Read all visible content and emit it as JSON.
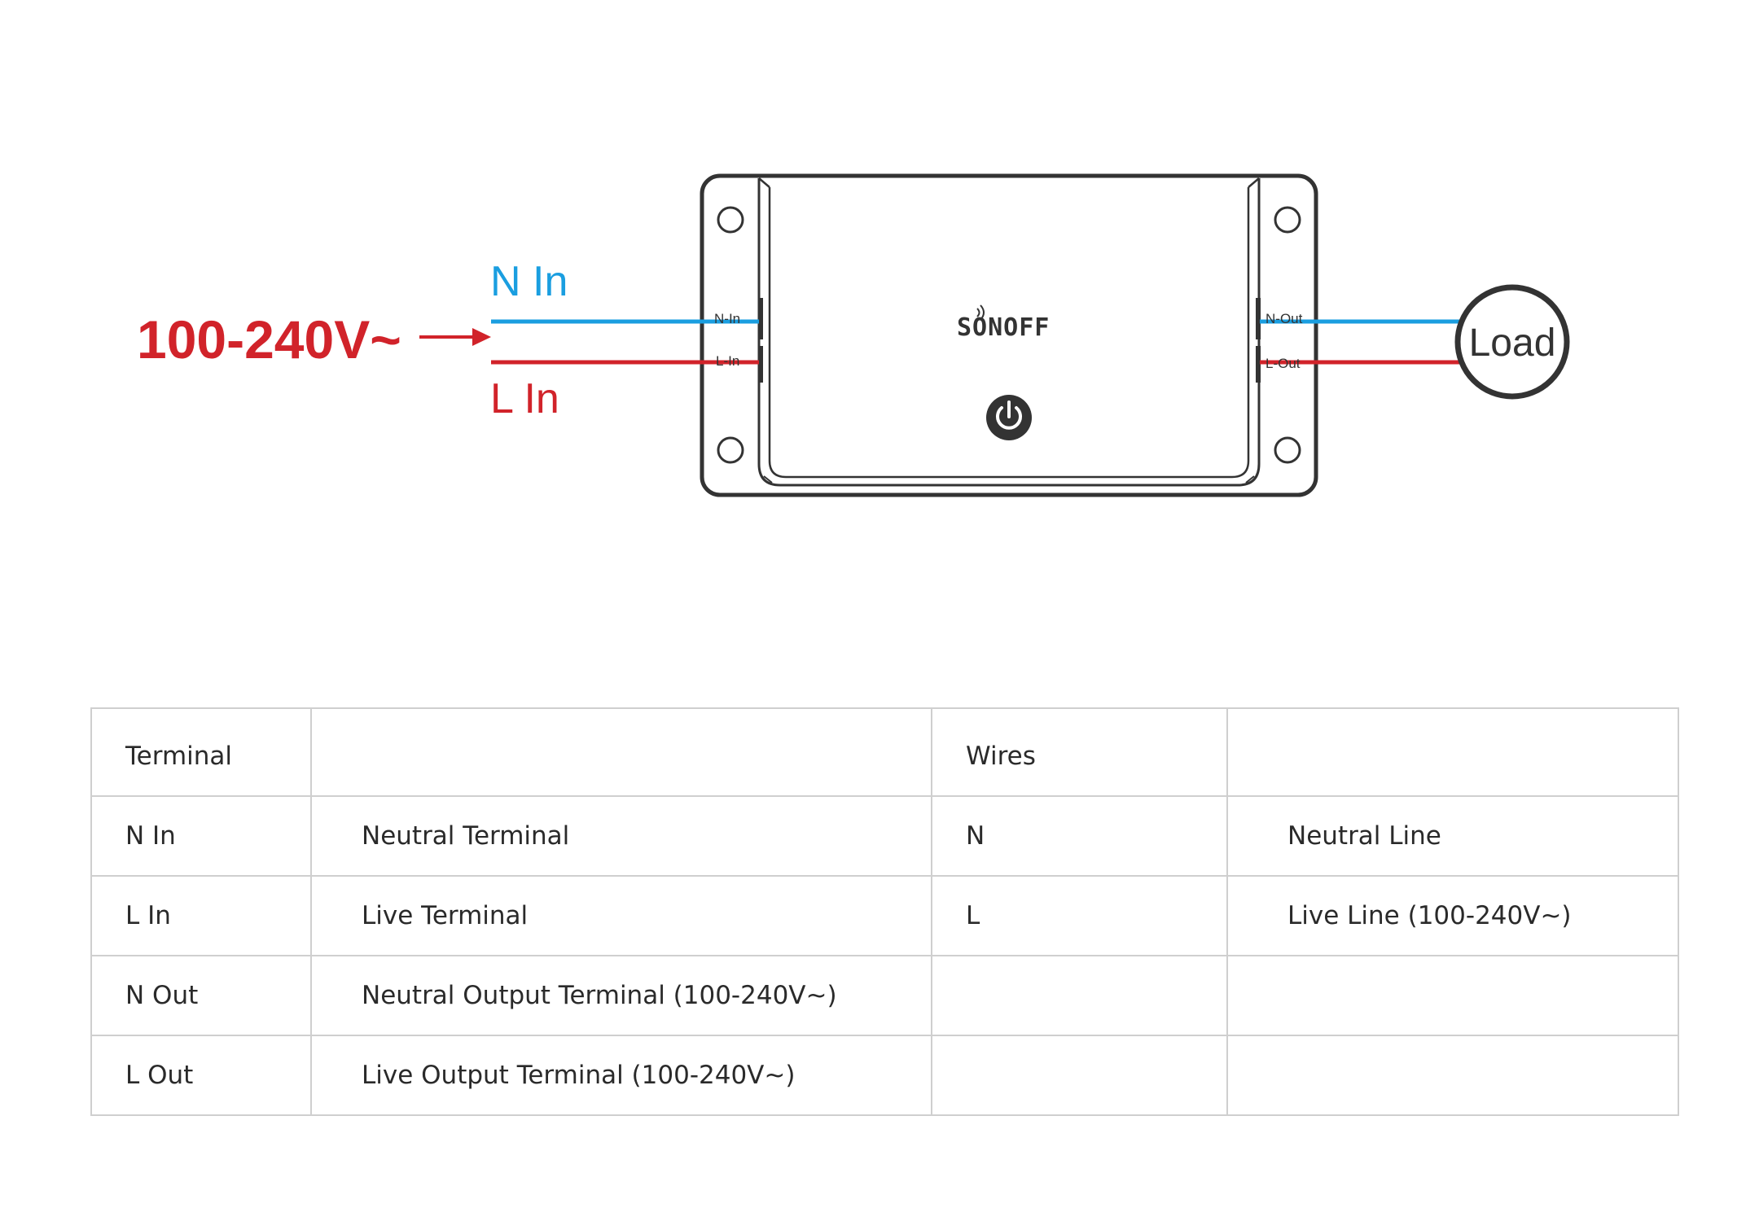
{
  "diagram": {
    "voltage_label": "100-240V~",
    "n_in_label": "N In",
    "l_in_label": "L In",
    "device_terminal_n_in": "N-In",
    "device_terminal_l_in": "L-In",
    "device_terminal_n_out": "N-Out",
    "device_terminal_l_out": "L-Out",
    "brand": "SONOFF",
    "load_label": "Load",
    "colors": {
      "neutral": "#1a9ee0",
      "live": "#d1232a",
      "outline": "#333333"
    }
  },
  "table": {
    "header": {
      "terminal": "Terminal",
      "terminal_desc": "",
      "wires": "Wires",
      "wires_desc": ""
    },
    "rows": [
      {
        "terminal": "N In",
        "terminal_desc": "Neutral Terminal",
        "wire": "N",
        "wire_desc": "Neutral Line"
      },
      {
        "terminal": "L In",
        "terminal_desc": "Live Terminal",
        "wire": "L",
        "wire_desc": "Live Line (100-240V~)"
      },
      {
        "terminal": "N Out",
        "terminal_desc": "Neutral Output Terminal (100-240V~)",
        "wire": "",
        "wire_desc": ""
      },
      {
        "terminal": "L Out",
        "terminal_desc": "Live Output Terminal (100-240V~)",
        "wire": "",
        "wire_desc": ""
      }
    ]
  }
}
